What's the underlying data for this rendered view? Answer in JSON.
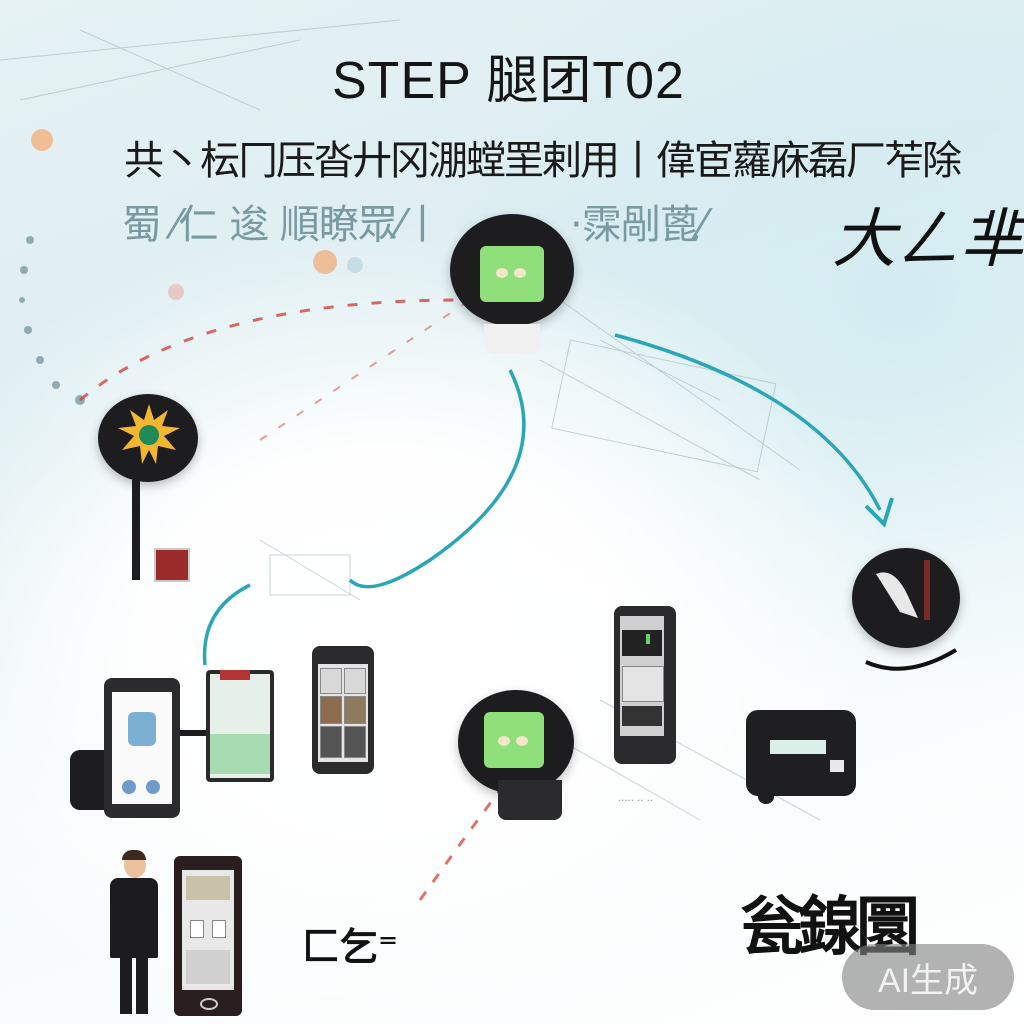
{
  "header": {
    "title": "STEP 腿团T02",
    "subtitle": "共丶枟冂压沓廾冈淜螳罜剌用丨偉宦蘿庥磊厂苲除"
  },
  "labels": {
    "faded_left": "蜀 ⁄仁 逡 順瞭眾⁄丨",
    "faded_mid": "·霂剮蓖⁄",
    "calligraphy_top_right": "大ㄥ芈",
    "calligraphy_bottom_right": "瓮䤼圜",
    "small_caption": "····· ·· ··",
    "pen_glyph": "匚乞⁼"
  },
  "nodes": [
    {
      "id": "watch-top",
      "kind": "smartwatch",
      "screen_color": "#8fe07a"
    },
    {
      "id": "sun-node",
      "kind": "sun-sign",
      "color": "#f2b630"
    },
    {
      "id": "rocket-node",
      "kind": "rocket-circle"
    },
    {
      "id": "watch-bottom",
      "kind": "smartwatch",
      "screen_color": "#8fe07a"
    }
  ],
  "devices": [
    {
      "id": "phone-hand",
      "kind": "phone-with-hand"
    },
    {
      "id": "tablet-green",
      "kind": "tablet"
    },
    {
      "id": "phone-gallery",
      "kind": "phone"
    },
    {
      "id": "phone-tall",
      "kind": "phone"
    },
    {
      "id": "printer",
      "kind": "printer"
    },
    {
      "id": "kiosk",
      "kind": "kiosk"
    },
    {
      "id": "businessman",
      "kind": "person"
    }
  ],
  "connectors": {
    "teal_color": "#2aa6b8",
    "red_dash_color": "#d0453e"
  },
  "badge": {
    "label": "AI生成"
  }
}
